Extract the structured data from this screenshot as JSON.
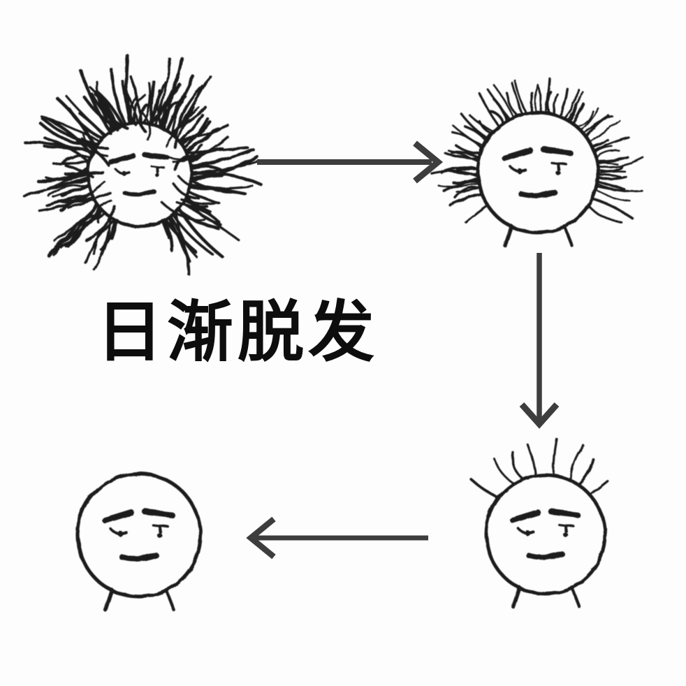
{
  "meme": {
    "caption": "日渐脱发",
    "colors": {
      "background": "#fdfdfd",
      "ink": "#1f1f1f",
      "arrow": "#3d3d3d",
      "text": "#0d0d0d"
    },
    "stages": [
      {
        "name": "stage-1",
        "icon": "face-wild-full-hair-icon",
        "position": "top-left"
      },
      {
        "name": "stage-2",
        "icon": "face-thinning-hair-icon",
        "position": "top-right"
      },
      {
        "name": "stage-3",
        "icon": "face-sparse-hair-icon",
        "position": "bottom-right"
      },
      {
        "name": "stage-4",
        "icon": "face-bald-icon",
        "position": "bottom-left"
      }
    ],
    "arrows": [
      {
        "icon": "arrow-right-icon",
        "from": "stage-1",
        "to": "stage-2"
      },
      {
        "icon": "arrow-down-icon",
        "from": "stage-2",
        "to": "stage-3"
      },
      {
        "icon": "arrow-left-icon",
        "from": "stage-3",
        "to": "stage-4"
      }
    ]
  }
}
